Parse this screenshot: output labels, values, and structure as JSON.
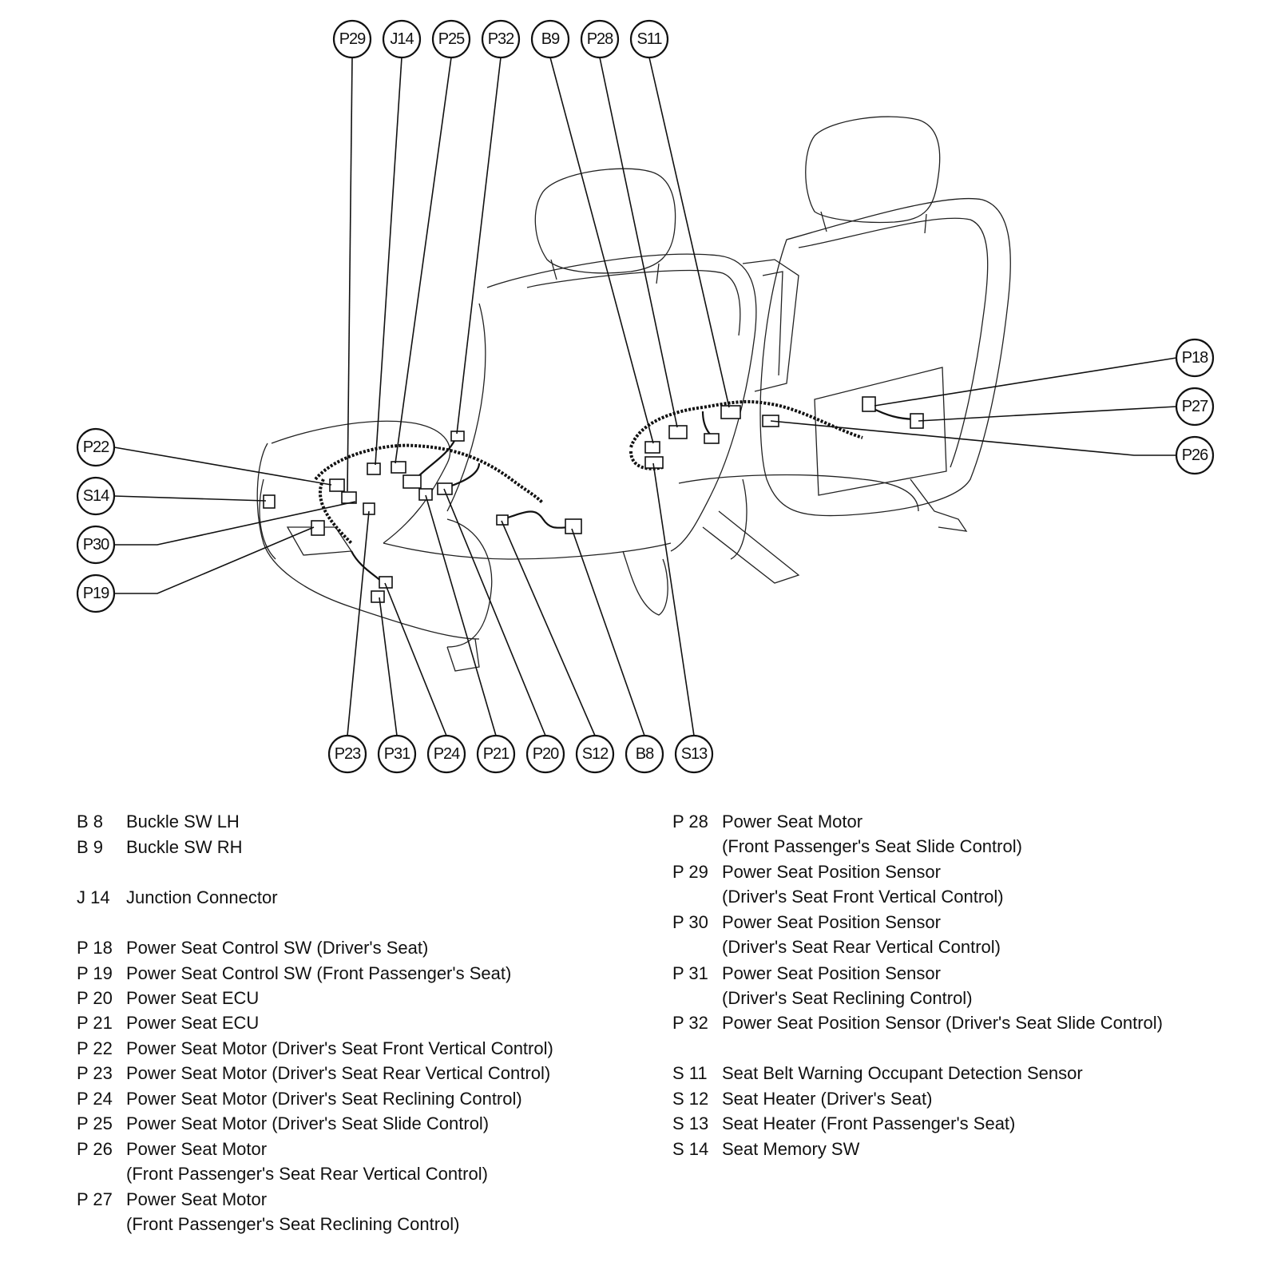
{
  "callouts_top": [
    "P29",
    "J14",
    "P25",
    "P32",
    "B9",
    "P28",
    "S11"
  ],
  "callouts_bottom": [
    "P23",
    "P31",
    "P24",
    "P21",
    "P20",
    "S12",
    "B8",
    "S13"
  ],
  "callouts_left": [
    "P22",
    "S14",
    "P30",
    "P19"
  ],
  "callouts_right": [
    "P18",
    "P27",
    "P26"
  ],
  "legend_left": [
    {
      "code": "B  8",
      "lines": [
        "Buckle SW LH"
      ]
    },
    {
      "code": "B  9",
      "lines": [
        "Buckle SW RH"
      ]
    },
    {
      "code": "J 14",
      "lines": [
        "Junction  Connector"
      ]
    },
    {
      "code": "P 18",
      "lines": [
        "Power Seat Control SW (Driver's Seat)"
      ]
    },
    {
      "code": "P 19",
      "lines": [
        "Power Seat Control SW (Front Passenger's Seat)"
      ]
    },
    {
      "code": "P 20",
      "lines": [
        "Power Seat ECU"
      ]
    },
    {
      "code": "P 21",
      "lines": [
        "Power Seat ECU"
      ]
    },
    {
      "code": "P 22",
      "lines": [
        "Power Seat Motor (Driver's Seat Front Vertical Control)"
      ]
    },
    {
      "code": "P 23",
      "lines": [
        "Power Seat Motor (Driver's Seat Rear Vertical Control)"
      ]
    },
    {
      "code": "P 24",
      "lines": [
        "Power Seat Motor (Driver's Seat Reclining Control)"
      ]
    },
    {
      "code": "P 25",
      "lines": [
        "Power Seat Motor (Driver's Seat Slide Control)"
      ]
    },
    {
      "code": "P 26",
      "lines": [
        "Power Seat Motor",
        "(Front  Passenger's Seat Rear Vertical Control)"
      ]
    },
    {
      "code": "P 27",
      "lines": [
        "Power Seat Motor",
        "(Front  Passenger's Seat Reclining Control)"
      ]
    }
  ],
  "legend_right": [
    {
      "code": "P 28",
      "lines": [
        "Power Seat Motor",
        "(Front  Passenger's Seat Slide Control)"
      ]
    },
    {
      "code": "P 29",
      "lines": [
        "Power Seat Position Sensor",
        "(Driver's Seat Front Vertical Control)"
      ]
    },
    {
      "code": "P 30",
      "lines": [
        "Power Seat Position Sensor",
        "(Driver's Seat Rear Vertical Control)"
      ]
    },
    {
      "code": "P 31",
      "lines": [
        "Power Seat Position Sensor",
        "(Driver's Seat Reclining Control)"
      ]
    },
    {
      "code": "P 32",
      "lines": [
        "Power Seat Position Sensor (Driver's Seat Slide Control)"
      ]
    },
    {
      "code": "S 11",
      "lines": [
        "Seat Belt Warning Occupant Detection Sensor"
      ]
    },
    {
      "code": "S 12",
      "lines": [
        "Seat Heater (Driver's Seat)"
      ]
    },
    {
      "code": "S 13",
      "lines": [
        "Seat Heater (Front Passenger's Seat)"
      ]
    },
    {
      "code": "S 14",
      "lines": [
        "Seat Memory SW"
      ]
    }
  ]
}
